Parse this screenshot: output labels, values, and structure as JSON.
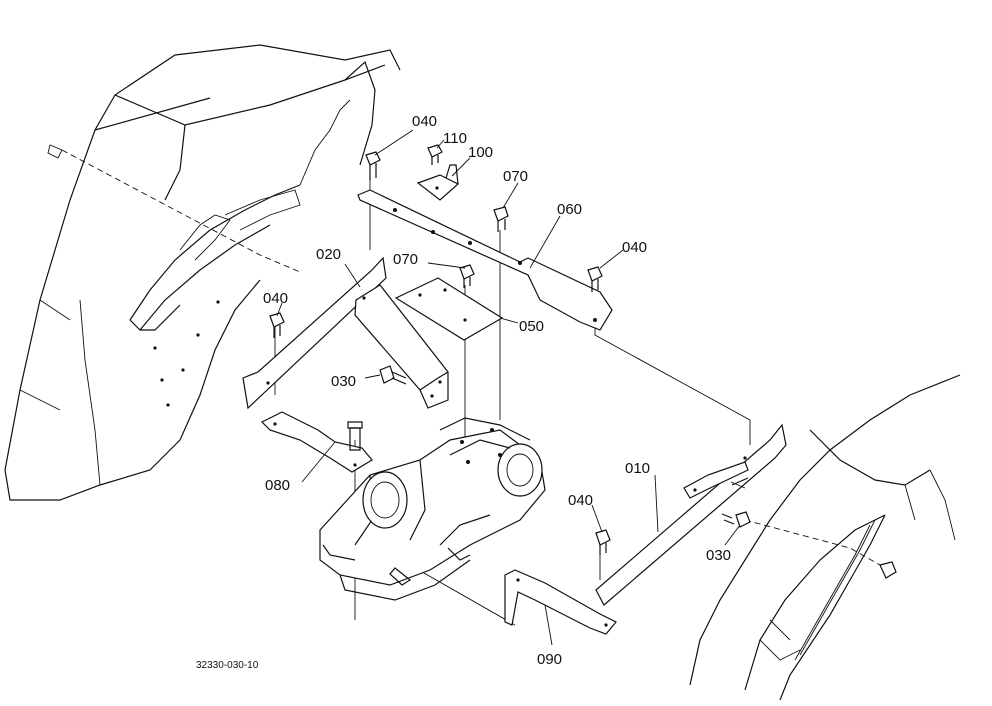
{
  "diagram": {
    "callouts": {
      "c010": "010",
      "c020": "020",
      "c030a": "030",
      "c030b": "030",
      "c040a": "040",
      "c040b": "040",
      "c040c": "040",
      "c040d": "040",
      "c050": "050",
      "c060": "060",
      "c070a": "070",
      "c070b": "070",
      "c080": "080",
      "c090": "090",
      "c100": "100",
      "c110": "110"
    },
    "reference_code": "32330-030-10"
  }
}
